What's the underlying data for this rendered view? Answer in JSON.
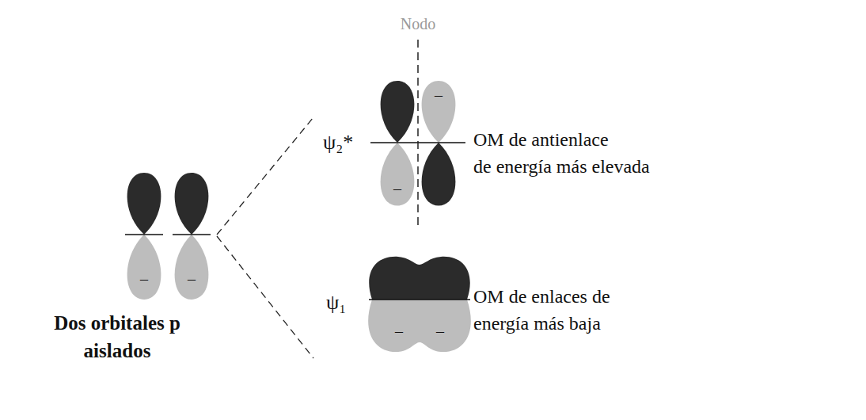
{
  "diagram": {
    "labels": [
      "Nodo",
      "ψ₂*",
      "OM de antienlace de energía más elevada",
      "–",
      "–",
      "Dos orbitales p aislados",
      "–",
      "–",
      "ψ₁",
      "OM de enlaces de energía más baja",
      "–",
      "–"
    ]
  }
}
